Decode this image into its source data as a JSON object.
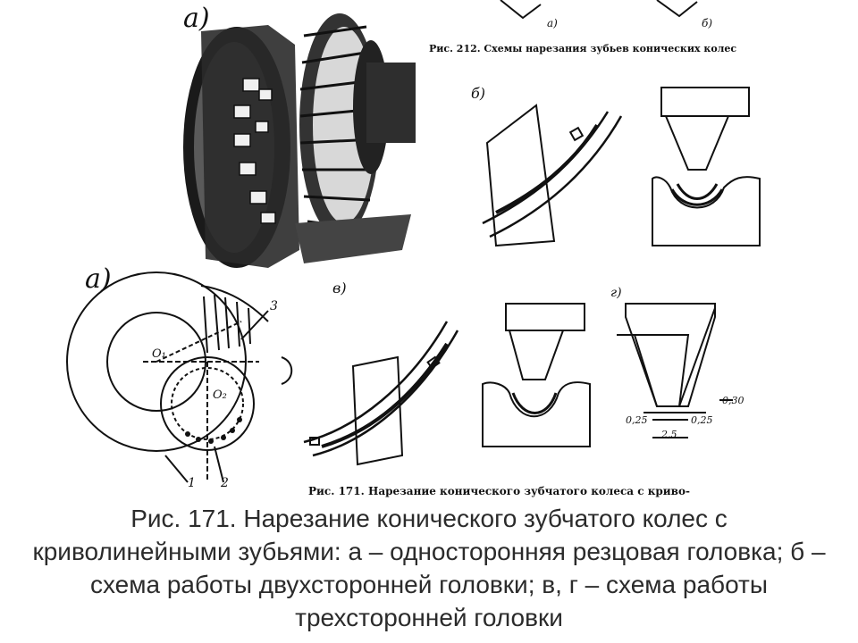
{
  "figure": {
    "top_captions": {
      "fig212": "Рис. 212. Схемы нарезания зубьев конических колес",
      "fig171": "Рис. 171. Нарезание конического зубчатого колеса с криво-"
    },
    "labels": {
      "a_top": "а)",
      "a_top_small": "а)",
      "b_top_small": "б)",
      "b_mid": "б)",
      "a_left": "а)",
      "v_mid": "в)",
      "g_mid": "г)",
      "o1": "O₁",
      "o2": "O₂",
      "n1": "1",
      "n2": "2",
      "n3": "3",
      "d030": "0,30",
      "d025a": "0,25",
      "d025b": "0,25",
      "d25": "2,5"
    }
  },
  "caption": {
    "line1": "Рис. 171. Нарезание конического зубчатого колес с",
    "line2": "криволинейными зубьями: а – односторонняя резцовая головка; б –",
    "line3": "схема работы двухсторонней головки; в, г – схема работы",
    "line4": "трехсторонней головки"
  }
}
